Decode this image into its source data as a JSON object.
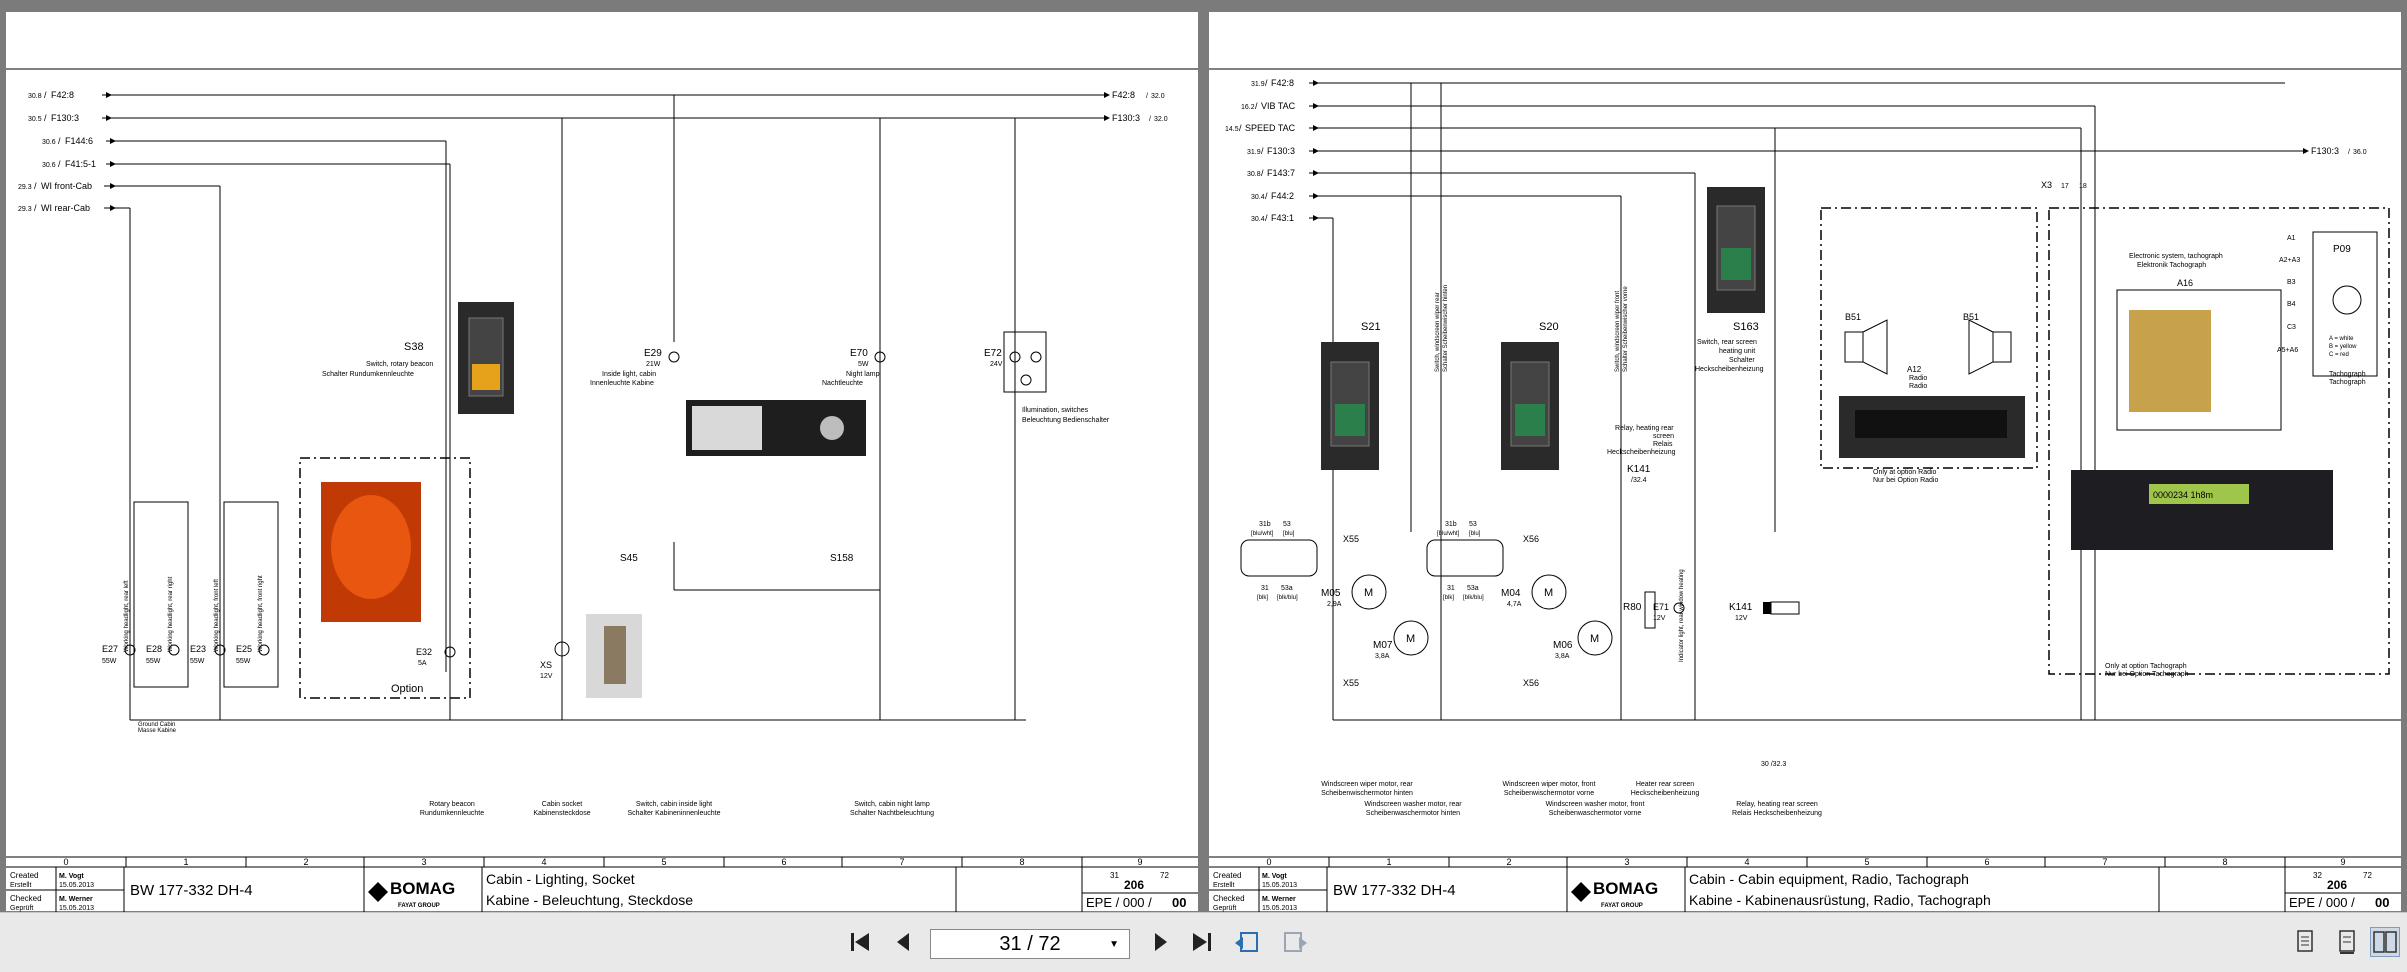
{
  "left_page": {
    "bus_lines": [
      {
        "ref": "30.8",
        "label": "F42:8"
      },
      {
        "ref": "30.5",
        "label": "F130:3"
      },
      {
        "ref": "30.6",
        "label": "F144:6"
      },
      {
        "ref": "30.6",
        "label": "F41:5-1"
      },
      {
        "ref": "29.3",
        "label": "WI front-Cab"
      },
      {
        "ref": "29.3",
        "label": "WI rear-Cab"
      }
    ],
    "bus_out": [
      {
        "label": "F42:8",
        "ref": "32.0"
      },
      {
        "label": "F130:3",
        "ref": "32.0"
      }
    ],
    "components": {
      "s38": {
        "id": "S38",
        "desc1": "Switch, rotary beacon",
        "desc2": "Schalter Rundumkennleuchte"
      },
      "e29": {
        "id": "E29",
        "rating": "21W",
        "desc1": "Inside light, cabin",
        "desc2": "Innenleuchte Kabine"
      },
      "e70": {
        "id": "E70",
        "rating": "5W",
        "desc1": "Night lamp",
        "desc2": "Nachtleuchte"
      },
      "e72": {
        "id": "E72",
        "rating": "24V",
        "desc1": "Illumination, switches",
        "desc2": "Beleuchtung Bedienschalter"
      },
      "s45": {
        "id": "S45"
      },
      "s158": {
        "id": "S158"
      },
      "xs": {
        "id": "XS",
        "rating": "12V"
      },
      "e32": {
        "id": "E32",
        "rating": "5A"
      },
      "e27": {
        "id": "E27",
        "rating": "55W"
      },
      "e28": {
        "id": "E28",
        "rating": "55W"
      },
      "e23": {
        "id": "E23",
        "rating": "55W"
      },
      "e25": {
        "id": "E25",
        "rating": "55W"
      },
      "option": "Option",
      "work_rear_l": "Working headlight, rear left",
      "work_rear_r": "Working headlight, rear right",
      "work_front_l": "Working headlight, front left",
      "work_front_r": "Working headlight, front right",
      "ground1": "Ground Cabin",
      "ground2": "Masse Kabine"
    },
    "captions": [
      {
        "l1": "Rotary beacon",
        "l2": "Rundumkennleuchte"
      },
      {
        "l1": "Cabin socket",
        "l2": "Kabinensteckdose"
      },
      {
        "l1": "Switch, cabin inside light",
        "l2": "Schalter Kabineninnenleuchte"
      },
      {
        "l1": "Switch, cabin night lamp",
        "l2": "Schalter Nachtbeleuchtung"
      }
    ],
    "columns": [
      "0",
      "1",
      "2",
      "3",
      "4",
      "5",
      "6",
      "7",
      "8",
      "9"
    ],
    "title_block": {
      "created_label": "Created",
      "created_label2": "Erstellt",
      "created_by": "M. Vogt",
      "created_date": "15.05.2013",
      "checked_label": "Checked",
      "checked_label2": "Geprüft",
      "checked_by": "M. Werner",
      "checked_date": "15.05.2013",
      "model": "BW 177-332 DH-4",
      "brand": "BOMAG",
      "brand_sub": "FAYAT GROUP",
      "title_en": "Cabin - Lighting, Socket",
      "title_de": "Kabine - Beleuchtung, Steckdose",
      "page": "31",
      "of": "72",
      "sheet": "206",
      "doc": "EPE / 000 /",
      "rev": "00"
    }
  },
  "right_page": {
    "bus_lines": [
      {
        "ref": "31.9",
        "label": "F42:8"
      },
      {
        "ref": "16.2",
        "label": "VIB TAC"
      },
      {
        "ref": "14.5",
        "label": "SPEED TAC"
      },
      {
        "ref": "31.9",
        "label": "F130:3"
      },
      {
        "ref": "30.8",
        "label": "F143:7"
      },
      {
        "ref": "30.4",
        "label": "F44:2"
      },
      {
        "ref": "30.4",
        "label": "F43:1"
      }
    ],
    "bus_out": {
      "label": "F130:3",
      "ref": "36.0"
    },
    "components": {
      "s21": "S21",
      "s20": "S20",
      "s163": "S163",
      "s163_desc1": "Switch, rear screen",
      "s163_desc2": "heating unit",
      "s163_desc3": "Schalter",
      "s163_desc4": "Heckscheibenheizung",
      "s21_desc": "Switch, windscreen wiper rear",
      "s21_desc2": "Schalter Scheibenwischer hinten",
      "s20_desc": "Switch, windscreen wiper front",
      "s20_desc2": "Schalter Scheibenwischer vorne",
      "m05": "M05",
      "m05_r": "2,9A",
      "m07": "M07",
      "m07_r": "3,8A",
      "m04": "M04",
      "m04_r": "4,7A",
      "m06": "M06",
      "m06_r": "3,8A",
      "x55": "X55",
      "x56": "X56",
      "r80": "R80",
      "e71": "E71",
      "e71_r": "12V",
      "k141": "K141",
      "k141_ref": "/32.4",
      "k141_r": "12V",
      "k141_desc1": "Relay, heating rear",
      "k141_desc2": "screen",
      "k141_desc3": "Relais",
      "k141_desc4": "Heckscheibenheizung",
      "e71_desc": "Indicator light, rear window heating",
      "b51a": "B51",
      "b51b": "B51",
      "a12": "A12",
      "a12_d1": "Radio",
      "a12_d2": "Radio",
      "radio_opt1": "Only at option Radio",
      "radio_opt2": "Nur bei Option Radio",
      "a16": "A16",
      "a16_d1": "Electronic system, tachograph",
      "a16_d2": "Elektronik Tachograph",
      "p09": "P09",
      "p09_d1": "Tachograph",
      "p09_d2": "Tachograph",
      "legend_a": "A = white",
      "legend_b": "B = yellow",
      "legend_c": "C = red",
      "tacho_opt1": "Only at option Tachograph",
      "tacho_opt2": "Nur bei Option Tachograph",
      "x3": "X3",
      "x3_a": "17",
      "x3_b": "18",
      "tacho_display": "0000234 1h8m",
      "k_ref": "30 /32.3",
      "pin_31b": "31b",
      "pin_53": "53",
      "pin_53a": "53a",
      "pin_31": "31",
      "wire_bluwht": "[blu/wht]",
      "wire_blu": "[blu]",
      "wire_blk": "[blk]",
      "wire_blkblu": "[blk/blu]",
      "sig_a1": "A1",
      "sig_a2": "A2+A3",
      "sig_b3": "B3",
      "sig_b4": "B4",
      "sig_c3": "C3",
      "sig_a5": "A5+A6"
    },
    "captions": [
      {
        "l1": "Windscreen wiper motor, rear",
        "l2": "Scheibenwischermotor hinten"
      },
      {
        "l1": "Windscreen washer motor, rear",
        "l2": "Scheibenwaschermotor hinten"
      },
      {
        "l1": "Windscreen wiper motor, front",
        "l2": "Scheibenwischermotor vorne"
      },
      {
        "l1": "Windscreen washer motor, front",
        "l2": "Scheibenwaschermotor vorne"
      },
      {
        "l1": "Heater rear screen",
        "l2": "Heckscheibenheizung"
      },
      {
        "l1": "Relay, heating rear screen",
        "l2": "Relais Heckscheibenheizung"
      }
    ],
    "columns": [
      "0",
      "1",
      "2",
      "3",
      "4",
      "5",
      "6",
      "7",
      "8",
      "9"
    ],
    "title_block": {
      "created_label": "Created",
      "created_label2": "Erstellt",
      "created_by": "M. Vogt",
      "created_date": "15.05.2013",
      "checked_label": "Checked",
      "checked_label2": "Geprüft",
      "checked_by": "M. Werner",
      "checked_date": "15.05.2013",
      "model": "BW 177-332 DH-4",
      "brand": "BOMAG",
      "brand_sub": "FAYAT GROUP",
      "title_en": "Cabin - Cabin equipment, Radio, Tachograph",
      "title_de": "Kabine - Kabinenausrüstung, Radio, Tachograph",
      "page": "32",
      "of": "72",
      "sheet": "206",
      "doc": "EPE / 000 /",
      "rev": "00"
    }
  },
  "toolbar": {
    "page_indicator": "31 / 72"
  }
}
